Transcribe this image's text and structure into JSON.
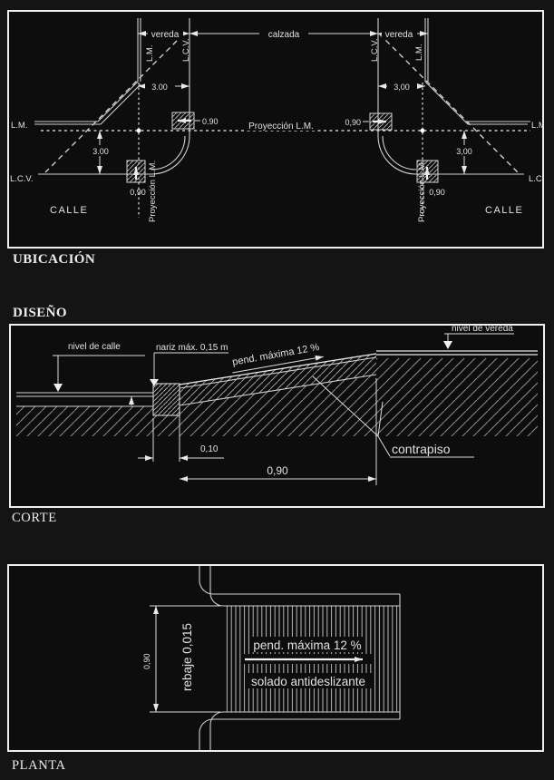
{
  "sections": {
    "ubicacion": "UBICACIÓN",
    "diseno": "DISEÑO",
    "corte": "CORTE",
    "planta": "PLANTA"
  },
  "plan": {
    "vereda": "vereda",
    "calzada": "calzada",
    "calle": "CALLE",
    "lm": "L.M.",
    "lcv": "L.C.V.",
    "proyeccion_lm": "Proyección L.M.",
    "dim_vereda_left": "3.00",
    "dim_vereda_right": "3,00",
    "dim_setback_left": "3.00",
    "dim_setback_right": "3,00",
    "dim_ramp_top_left": "0.90",
    "dim_ramp_top_right": "0,90",
    "dim_ramp_bottom_left": "0,90",
    "dim_ramp_bottom_right": "0,90"
  },
  "corte": {
    "nivel_de_calle": "nivel de calle",
    "nariz": "nariz máx. 0,15 m",
    "pendiente": "pend. máxima 12 %",
    "nivel_de_vereda": "nivel de vereda",
    "contrapiso": "contrapiso",
    "dim_nariz": "0,10",
    "dim_rampa": "0,90"
  },
  "planta": {
    "rebaje": "rebaje 0,015",
    "dim_ancho": "0,90",
    "pendiente": "pend. máxima 12 %",
    "solado": "solado antideslizante"
  },
  "colors": {
    "background": "#141414",
    "panel_background": "#0d0d0d",
    "panel_border": "#f0f0f0",
    "line": "#cfcfcf",
    "text": "#e2e2e2",
    "hatch": "#8d8d8d"
  }
}
